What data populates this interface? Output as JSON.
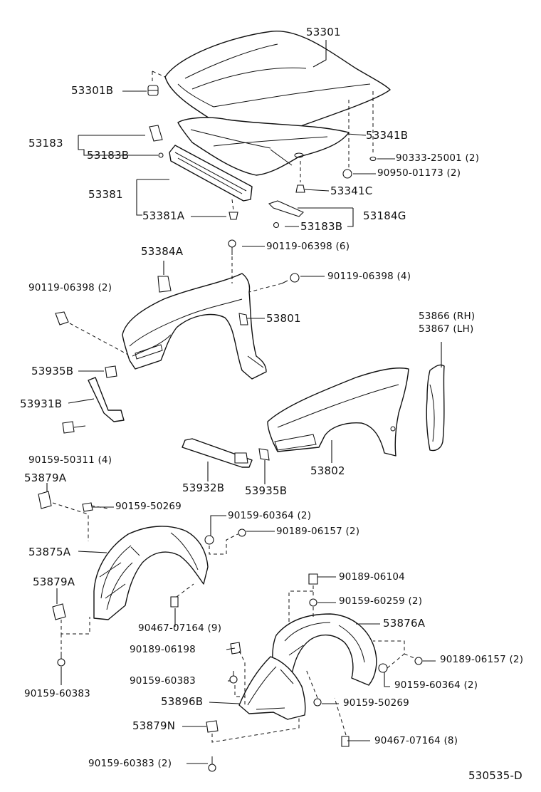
{
  "diagram": {
    "labels": {
      "p53301": "53301",
      "p53301b": "53301B",
      "p53183": "53183",
      "p53183b_top": "53183B",
      "p53341b": "53341B",
      "p90333": "90333-25001 (2)",
      "p90950": "90950-01173 (2)",
      "p53341c": "53341C",
      "p53381": "53381",
      "p53381a": "53381A",
      "p53184g": "53184G",
      "p53183b_mid": "53183B",
      "p90119_6": "90119-06398 (6)",
      "p53384a": "53384A",
      "p90119_4": "90119-06398 (4)",
      "p90119_2": "90119-06398 (2)",
      "p53801": "53801",
      "p53866": "53866 (RH)",
      "p53867": "53867 (LH)",
      "p53935b_top": "53935B",
      "p53931b": "53931B",
      "p90159_50311": "90159-50311 (4)",
      "p53932b": "53932B",
      "p53935b_bot": "53935B",
      "p53802": "53802",
      "p53879a_top": "53879A",
      "p90159_50269_top": "90159-50269",
      "p90159_60364_top": "90159-60364 (2)",
      "p90189_06157_top": "90189-06157 (2)",
      "p53875a": "53875A",
      "p53879a_mid": "53879A",
      "p90467_9": "90467-07164 (9)",
      "p90159_60383_left": "90159-60383",
      "p90189_06104": "90189-06104",
      "p90159_60259": "90159-60259 (2)",
      "p53876a": "53876A",
      "p90189_06198": "90189-06198",
      "p90189_06157_bot": "90189-06157 (2)",
      "p90159_60383_mid": "90159-60383",
      "p90159_60364_bot": "90159-60364 (2)",
      "p53896b": "53896B",
      "p90159_50269_bot": "90159-50269",
      "p53879n": "53879N",
      "p90467_8": "90467-07164 (8)",
      "p90159_60383_2": "90159-60383 (2)",
      "drawing_code": "530535-D"
    }
  }
}
